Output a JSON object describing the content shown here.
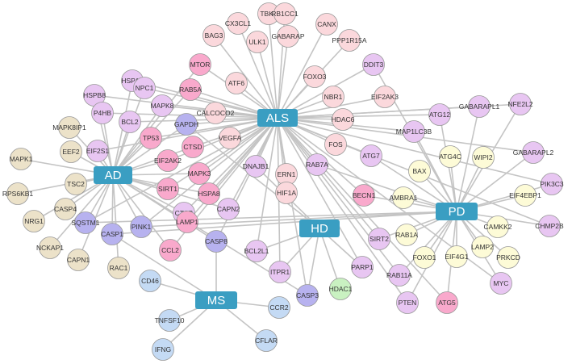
{
  "colors": {
    "hub": "#3a9ec2",
    "edge": "#c4c4c4",
    "nodes": {
      "pink_light": "#fbd8dc",
      "pink": "#f9a9cc",
      "violet": "#e8c6f2",
      "periwinkle": "#b7b2ef",
      "tan": "#ece2c9",
      "cream": "#fdfbd7",
      "blue": "#c4daf4",
      "green": "#c9f1c1"
    }
  },
  "hubs": [
    {
      "id": "ALS",
      "label": "ALS"
    },
    {
      "id": "AD",
      "label": "AD"
    },
    {
      "id": "PD",
      "label": "PD"
    },
    {
      "id": "HD",
      "label": "HD"
    },
    {
      "id": "MS",
      "label": "MS"
    }
  ],
  "nodes": [
    {
      "label": "TBK1",
      "color": "pink_light",
      "hubs": [
        "ALS"
      ]
    },
    {
      "label": "RB1CC1",
      "color": "pink_light",
      "hubs": [
        "ALS"
      ]
    },
    {
      "label": "CX3CL1",
      "color": "pink_light",
      "hubs": [
        "ALS"
      ]
    },
    {
      "label": "CANX",
      "color": "pink_light",
      "hubs": [
        "ALS"
      ]
    },
    {
      "label": "BAG3",
      "color": "pink_light",
      "hubs": [
        "ALS"
      ]
    },
    {
      "label": "PPP1R15A",
      "color": "pink_light",
      "hubs": [
        "ALS"
      ]
    },
    {
      "label": "ULK1",
      "color": "pink_light",
      "hubs": [
        "ALS"
      ]
    },
    {
      "label": "GABARAP",
      "color": "pink_light",
      "hubs": [
        "ALS"
      ]
    },
    {
      "label": "MTOR",
      "color": "pink",
      "hubs": [
        "ALS",
        "AD"
      ]
    },
    {
      "label": "DDIT3",
      "color": "violet",
      "hubs": [
        "ALS",
        "PD"
      ]
    },
    {
      "label": "FOXO3",
      "color": "pink_light",
      "hubs": [
        "ALS"
      ]
    },
    {
      "label": "ATF6",
      "color": "pink_light",
      "hubs": [
        "ALS"
      ]
    },
    {
      "label": "RAB5A",
      "color": "pink",
      "hubs": [
        "ALS",
        "AD"
      ]
    },
    {
      "label": "NBR1",
      "color": "pink_light",
      "hubs": [
        "ALS"
      ]
    },
    {
      "label": "EIF2AK3",
      "color": "pink_light",
      "hubs": [
        "ALS"
      ]
    },
    {
      "label": "HSPA5",
      "color": "violet",
      "hubs": [
        "ALS",
        "AD"
      ]
    },
    {
      "label": "NPC1",
      "color": "violet",
      "hubs": [
        "ALS",
        "AD"
      ]
    },
    {
      "label": "HSPB8",
      "color": "violet",
      "hubs": [
        "ALS",
        "AD"
      ]
    },
    {
      "label": "MAPK8",
      "color": "violet",
      "hubs": [
        "ALS",
        "AD"
      ]
    },
    {
      "label": "CALCOCO2",
      "color": "pink_light",
      "hubs": [
        "ALS"
      ]
    },
    {
      "label": "HDAC6",
      "color": "pink_light",
      "hubs": [
        "ALS"
      ]
    },
    {
      "label": "P4HB",
      "color": "violet",
      "hubs": [
        "ALS",
        "AD"
      ]
    },
    {
      "label": "BCL2",
      "color": "violet",
      "hubs": [
        "ALS",
        "AD"
      ]
    },
    {
      "label": "GAPDH",
      "color": "periwinkle",
      "hubs": [
        "ALS",
        "AD",
        "HD"
      ]
    },
    {
      "label": "MAPK8IP1",
      "color": "tan",
      "hubs": [
        "AD"
      ]
    },
    {
      "label": "TP53",
      "color": "pink",
      "hubs": [
        "ALS",
        "AD"
      ]
    },
    {
      "label": "CTSD",
      "color": "pink",
      "hubs": [
        "ALS",
        "AD"
      ]
    },
    {
      "label": "VEGFA",
      "color": "pink_light",
      "hubs": [
        "ALS"
      ]
    },
    {
      "label": "FOS",
      "color": "pink_light",
      "hubs": [
        "ALS"
      ]
    },
    {
      "label": "ATG12",
      "color": "violet",
      "hubs": [
        "ALS",
        "PD"
      ]
    },
    {
      "label": "GABARAPL1",
      "color": "violet",
      "hubs": [
        "ALS",
        "PD"
      ]
    },
    {
      "label": "NFE2L2",
      "color": "violet",
      "hubs": [
        "ALS",
        "PD"
      ]
    },
    {
      "label": "MAP1LC3B",
      "color": "violet",
      "hubs": [
        "ALS",
        "PD"
      ]
    },
    {
      "label": "EEF2",
      "color": "tan",
      "hubs": [
        "AD"
      ]
    },
    {
      "label": "EIF2S1",
      "color": "violet",
      "hubs": [
        "ALS",
        "AD"
      ]
    },
    {
      "label": "EIF2AK2",
      "color": "pink",
      "hubs": [
        "ALS",
        "AD"
      ]
    },
    {
      "label": "DNAJB1",
      "color": "violet",
      "hubs": [
        "ALS",
        "HD"
      ]
    },
    {
      "label": "RAB7A",
      "color": "violet",
      "hubs": [
        "ALS",
        "PD"
      ]
    },
    {
      "label": "ATG7",
      "color": "violet",
      "hubs": [
        "ALS",
        "PD"
      ]
    },
    {
      "label": "ATG4C",
      "color": "cream",
      "hubs": [
        "PD"
      ]
    },
    {
      "label": "WIPI2",
      "color": "cream",
      "hubs": [
        "PD"
      ]
    },
    {
      "label": "GABARAPL2",
      "color": "violet",
      "hubs": [
        "ALS",
        "PD"
      ]
    },
    {
      "label": "MAPK1",
      "color": "tan",
      "hubs": [
        "AD"
      ]
    },
    {
      "label": "TSC2",
      "color": "tan",
      "hubs": [
        "AD"
      ]
    },
    {
      "label": "MAPK3",
      "color": "pink",
      "hubs": [
        "ALS",
        "AD"
      ]
    },
    {
      "label": "ERN1",
      "color": "pink_light",
      "hubs": [
        "ALS"
      ]
    },
    {
      "label": "BAX",
      "color": "cream",
      "hubs": [
        "PD"
      ]
    },
    {
      "label": "PIK3C3",
      "color": "violet",
      "hubs": [
        "ALS",
        "PD"
      ]
    },
    {
      "label": "RPS6KB1",
      "color": "tan",
      "hubs": [
        "AD"
      ]
    },
    {
      "label": "SIRT1",
      "color": "pink",
      "hubs": [
        "ALS",
        "AD"
      ]
    },
    {
      "label": "HSPA8",
      "color": "pink",
      "hubs": [
        "ALS",
        "AD"
      ]
    },
    {
      "label": "HIF1A",
      "color": "pink_light",
      "hubs": [
        "ALS"
      ]
    },
    {
      "label": "EIF4EBP1",
      "color": "cream",
      "hubs": [
        "PD"
      ]
    },
    {
      "label": "CASP4",
      "color": "tan",
      "hubs": [
        "AD"
      ]
    },
    {
      "label": "AMBRA1",
      "color": "cream",
      "hubs": [
        "PD"
      ]
    },
    {
      "label": "BECN1",
      "color": "pink",
      "hubs": [
        "ALS",
        "PD"
      ]
    },
    {
      "label": "CAPN2",
      "color": "violet",
      "hubs": [
        "ALS",
        "AD"
      ]
    },
    {
      "label": "CTSB",
      "color": "violet",
      "hubs": [
        "ALS",
        "AD"
      ]
    },
    {
      "label": "NRG1",
      "color": "tan",
      "hubs": [
        "AD"
      ]
    },
    {
      "label": "SQSTM1",
      "color": "periwinkle",
      "hubs": [
        "ALS",
        "AD",
        "PD"
      ]
    },
    {
      "label": "PINK1",
      "color": "periwinkle",
      "hubs": [
        "ALS",
        "AD",
        "PD"
      ]
    },
    {
      "label": "LAMP1",
      "color": "pink",
      "hubs": [
        "ALS",
        "AD"
      ]
    },
    {
      "label": "CAMKK2",
      "color": "cream",
      "hubs": [
        "PD"
      ]
    },
    {
      "label": "CHMP2B",
      "color": "violet",
      "hubs": [
        "ALS",
        "PD"
      ]
    },
    {
      "label": "CASP1",
      "color": "periwinkle",
      "hubs": [
        "AD",
        "MS",
        "PD"
      ]
    },
    {
      "label": "NCKAP1",
      "color": "tan",
      "hubs": [
        "AD"
      ]
    },
    {
      "label": "CAPN1",
      "color": "tan",
      "hubs": [
        "AD"
      ]
    },
    {
      "label": "RAB1A",
      "color": "cream",
      "hubs": [
        "PD"
      ]
    },
    {
      "label": "LAMP2",
      "color": "cream",
      "hubs": [
        "PD"
      ]
    },
    {
      "label": "SIRT2",
      "color": "violet",
      "hubs": [
        "ALS",
        "PD"
      ]
    },
    {
      "label": "CASP8",
      "color": "periwinkle",
      "hubs": [
        "ALS",
        "AD",
        "MS"
      ]
    },
    {
      "label": "FOXO1",
      "color": "cream",
      "hubs": [
        "PD"
      ]
    },
    {
      "label": "EIF4G1",
      "color": "cream",
      "hubs": [
        "PD"
      ]
    },
    {
      "label": "PRKCD",
      "color": "cream",
      "hubs": [
        "PD"
      ]
    },
    {
      "label": "CCL2",
      "color": "pink",
      "hubs": [
        "ALS",
        "AD"
      ]
    },
    {
      "label": "BCL2L1",
      "color": "violet",
      "hubs": [
        "ALS",
        "HD"
      ]
    },
    {
      "label": "RAC1",
      "color": "tan",
      "hubs": [
        "AD"
      ]
    },
    {
      "label": "PARP1",
      "color": "violet",
      "hubs": [
        "ALS",
        "HD"
      ]
    },
    {
      "label": "RAB11A",
      "color": "violet",
      "hubs": [
        "ALS",
        "PD"
      ]
    },
    {
      "label": "ITPR1",
      "color": "violet",
      "hubs": [
        "ALS",
        "HD"
      ]
    },
    {
      "label": "MYC",
      "color": "violet",
      "hubs": [
        "ALS",
        "PD"
      ]
    },
    {
      "label": "CD46",
      "color": "blue",
      "hubs": [
        "MS"
      ]
    },
    {
      "label": "HDAC1",
      "color": "green",
      "hubs": [
        "HD"
      ]
    },
    {
      "label": "CASP3",
      "color": "periwinkle",
      "hubs": [
        "ALS",
        "AD",
        "HD"
      ]
    },
    {
      "label": "PTEN",
      "color": "violet",
      "hubs": [
        "ALS",
        "PD"
      ]
    },
    {
      "label": "ATG5",
      "color": "pink",
      "hubs": [
        "ALS",
        "PD"
      ]
    },
    {
      "label": "CCR2",
      "color": "blue",
      "hubs": [
        "MS"
      ]
    },
    {
      "label": "TNFSF10",
      "color": "blue",
      "hubs": [
        "MS"
      ]
    },
    {
      "label": "CFLAR",
      "color": "blue",
      "hubs": [
        "MS"
      ]
    },
    {
      "label": "IFNG",
      "color": "blue",
      "hubs": [
        "MS"
      ]
    }
  ]
}
